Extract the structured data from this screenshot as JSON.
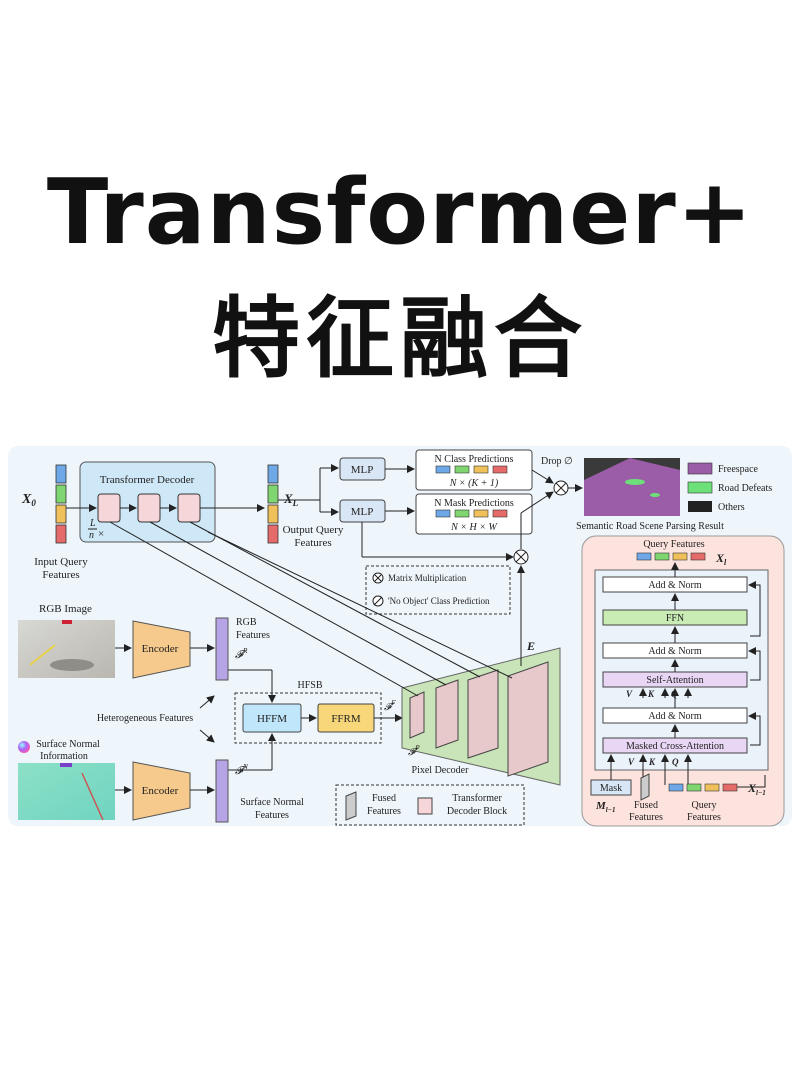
{
  "header": {
    "title_line1": "Transformer+",
    "title_line2": "特征融合"
  },
  "diagram": {
    "input_query_label": [
      "Input Query",
      "Features"
    ],
    "x0": "X",
    "x0_sub": "0",
    "transformer_decoder": "Transformer Decoder",
    "ln_top": "L",
    "ln_bottom": "n",
    "times": "×",
    "xl": "X",
    "xl_sub": "L",
    "output_query_label": [
      "Output Query",
      "Features"
    ],
    "mlp1": "MLP",
    "mlp2": "MLP",
    "class_pred_title": "N Class Predictions",
    "class_pred_dim": "N × (K + 1)",
    "mask_pred_title": "N Mask Predictions",
    "mask_pred_dim": "N × H × W",
    "drop_label": "Drop ∅",
    "legend_freespace": "Freespace",
    "legend_road_defects": "Road Defeats",
    "legend_others": "Others",
    "semantic_result": "Semantic Road Scene Parsing Result",
    "matrix_mult": "Matrix Multiplication",
    "no_object": "'No Object' Class Prediction",
    "rgb_image": "RGB Image",
    "encoder1": "Encoder",
    "encoder2": "Encoder",
    "rgb_features": [
      "RGB",
      "Features"
    ],
    "fr": "𝓕",
    "fr_sup": "R",
    "fn_sup": "N",
    "ff_sup": "F",
    "fp_sup": "P",
    "hfsb": "HFSB",
    "hfm": "HFFM",
    "ffrm": "FFRM",
    "heterogeneous": "Heterogeneous Features",
    "surface_normal_info": [
      "Surface Normal",
      "Information"
    ],
    "surface_normal_features": [
      "Surface Normal",
      "Features"
    ],
    "pixel_decoder": "Pixel Decoder",
    "e_label": "E",
    "fused_features": [
      "Fused",
      "Features"
    ],
    "transformer_decoder_block": [
      "Transformer",
      "Decoder Block"
    ],
    "query_features_top": "Query Features",
    "xl_right": "X",
    "xl_right_sub": "l",
    "add_norm": "Add & Norm",
    "ffn": "FFN",
    "self_attention": "Self-Attention",
    "masked_cross_attention": "Masked Cross-Attention",
    "mask": "Mask",
    "m_label": "M",
    "m_sub": "l−1",
    "v": "V",
    "k": "K",
    "q": "Q",
    "fused_features_bottom": [
      "Fused",
      "Features"
    ],
    "query_features_bottom": [
      "Query",
      "Features"
    ],
    "xl1": "X",
    "xl1_sub": "l−1"
  },
  "colors": {
    "decoder_bg": "#cfe8f7",
    "block": "#f6d6d8",
    "mlp": "#d9e6f6",
    "encoder": "#f6c98c",
    "feature": "#b7a4e6",
    "hfm": "#bfe6fb",
    "ffrm": "#f8d77a",
    "ffn": "#c8ecb4",
    "self_attn": "#e9d6f5",
    "right_panel": "#fde3dd",
    "freespace": "#9b5da8",
    "road_defects": "#6ee07a",
    "others": "#222222"
  }
}
